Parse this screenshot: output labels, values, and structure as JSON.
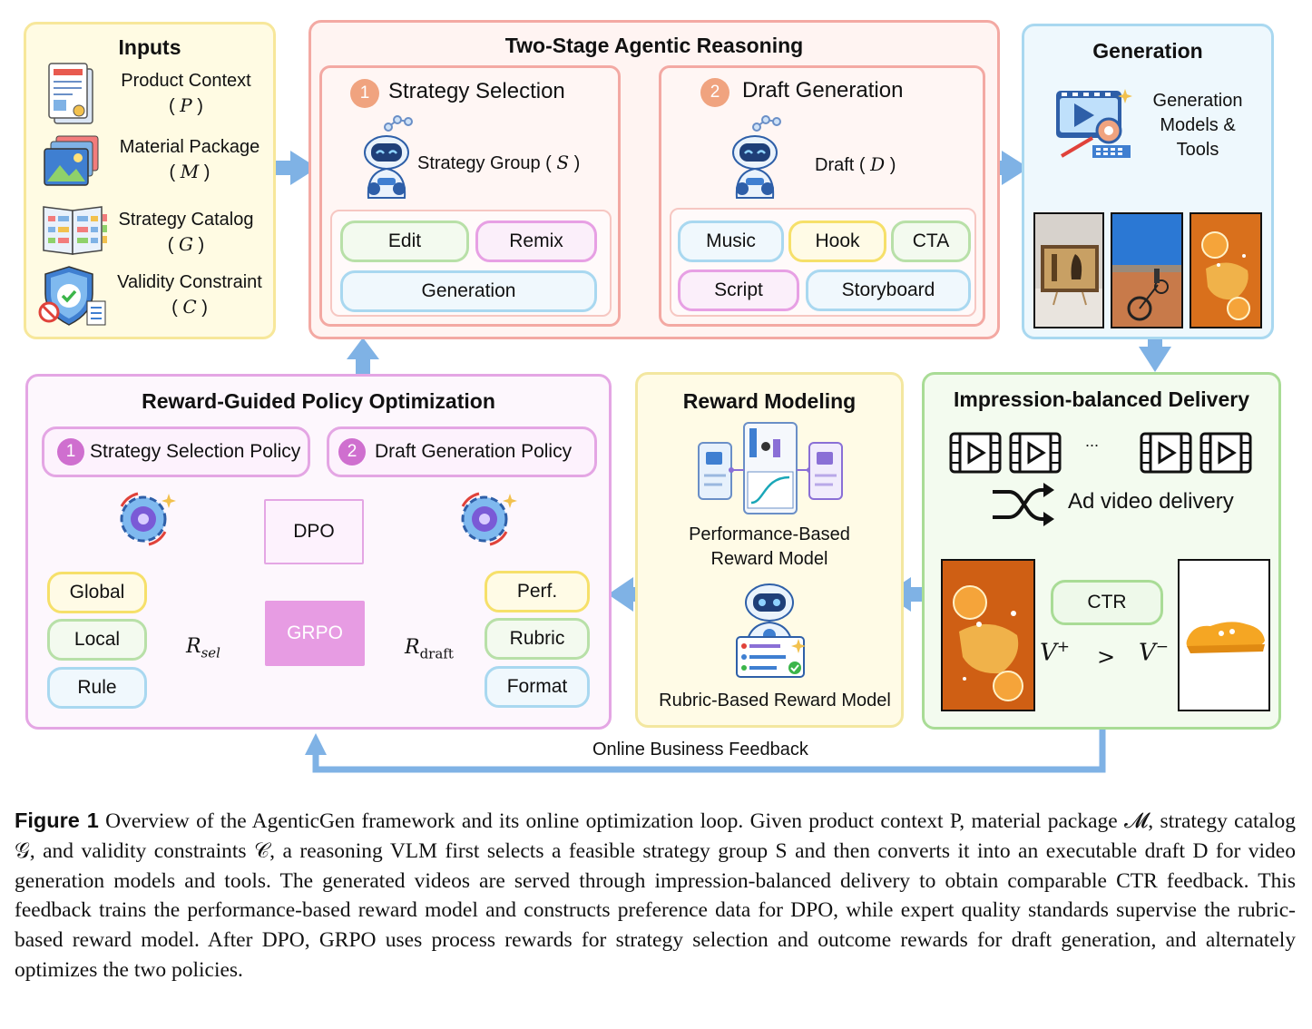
{
  "inputs": {
    "title": "Inputs",
    "items": [
      {
        "label": "Product Context",
        "symbol": "P",
        "icon": "document-stack-icon"
      },
      {
        "label": "Material Package",
        "symbol": "M",
        "icon": "image-stack-icon"
      },
      {
        "label": "Strategy Catalog",
        "symbol": "G",
        "icon": "catalog-book-icon"
      },
      {
        "label": "Validity Constraint",
        "symbol": "C",
        "icon": "shield-check-icon"
      }
    ]
  },
  "reasoning": {
    "title": "Two-Stage Agentic Reasoning",
    "stage1": {
      "num": "1",
      "title": "Strategy Selection",
      "output_label": "Strategy Group (",
      "output_symbol": "S",
      "output_close": ")",
      "chips": [
        "Edit",
        "Remix",
        "Generation"
      ]
    },
    "stage2": {
      "num": "2",
      "title": "Draft Generation",
      "output_label": "Draft (",
      "output_symbol": "D",
      "output_close": ")",
      "chips": [
        "Music",
        "Hook",
        "CTA",
        "Script",
        "Storyboard"
      ]
    }
  },
  "generation": {
    "title": "Generation",
    "tools_line1": "Generation",
    "tools_line2": "Models &",
    "tools_line3": "Tools"
  },
  "policy": {
    "title": "Reward-Guided Policy Optimization",
    "policy1_num": "1",
    "policy1": "Strategy Selection Policy",
    "policy2_num": "2",
    "policy2": "Draft Generation Policy",
    "dpo": "DPO",
    "grpo": "GRPO",
    "r_sel_main": "R",
    "r_sel_sub": "sel",
    "r_draft_main": "R",
    "r_draft_sub": "draft",
    "sel_rewards": [
      "Global",
      "Local",
      "Rule"
    ],
    "draft_rewards": [
      "Perf.",
      "Rubric",
      "Format"
    ]
  },
  "reward_modeling": {
    "title": "Reward Modeling",
    "perf_line1": "Performance-Based",
    "perf_line2": "Reward Model",
    "rubric": "Rubric-Based Reward Model"
  },
  "delivery": {
    "title": "Impression-balanced Delivery",
    "ellipsis": "...",
    "delivery_label": "Ad video delivery",
    "ctr": "CTR",
    "v_plus": "V",
    "v_plus_sup": "+",
    "gt": ">",
    "v_minus": "V",
    "v_minus_sup": "−"
  },
  "feedback_label": "Online Business Feedback",
  "caption": {
    "label": "Figure 1",
    "text": "Overview of the AgenticGen framework and its online optimization loop. Given product context P, material package 𝓜, strategy catalog 𝒢, and validity constraints 𝒞, a reasoning VLM first selects a feasible strategy group S and then converts it into an executable draft D for video generation models and tools. The generated videos are served through impression-balanced delivery to obtain comparable CTR feedback. This feedback trains the performance-based reward model and constructs preference data for DPO, while expert quality standards supervise the rubric-based reward model. After DPO, GRPO uses process rewards for strategy selection and outcome rewards for draft generation, and alternately optimizes the two policies."
  },
  "colors": {
    "arrow": "#7fb2e5",
    "inputs_border": "#f7e79a",
    "inputs_bg": "#fffbe3",
    "reason_border": "#f3a9a3",
    "reason_bg": "#fff3f1",
    "gen_border": "#a9d8f0",
    "gen_bg": "#eef8fd",
    "policy_border": "#e4a6e4",
    "policy_bg": "#fcf4fc",
    "reward_border": "#f3e7a0",
    "reward_bg": "#fffbe8",
    "delivery_border": "#a9dc96",
    "delivery_bg": "#f3fbef",
    "grpo": "#e79ce3",
    "badge_orange": "#f0a37f",
    "badge_purple": "#cf6fcf"
  }
}
